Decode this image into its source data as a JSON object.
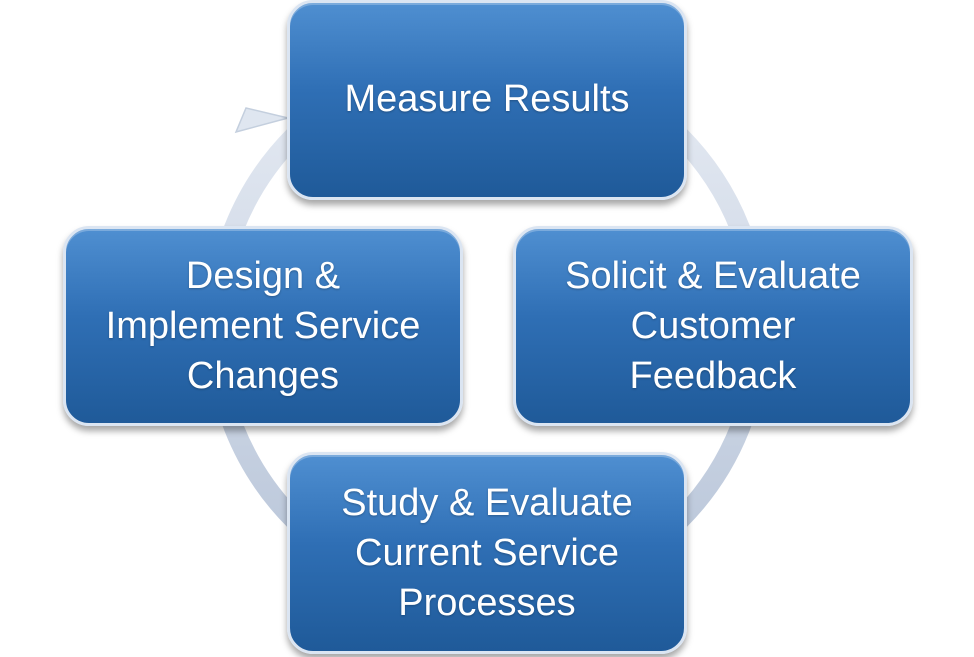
{
  "diagram": {
    "type": "cycle",
    "steps": [
      {
        "label": "Measure Results"
      },
      {
        "label": "Solicit & Evaluate\nCustomer\nFeedback"
      },
      {
        "label": "Study & Evaluate\nCurrent Service\nProcesses"
      },
      {
        "label": "Design &\nImplement Service\nChanges"
      }
    ],
    "colors": {
      "box_fill_top": "#4f8fd1",
      "box_fill_bottom": "#1f5a99",
      "box_border": "#dbe5f2",
      "text": "#ffffff",
      "cycle_arrow": "#c9d3e2"
    }
  }
}
